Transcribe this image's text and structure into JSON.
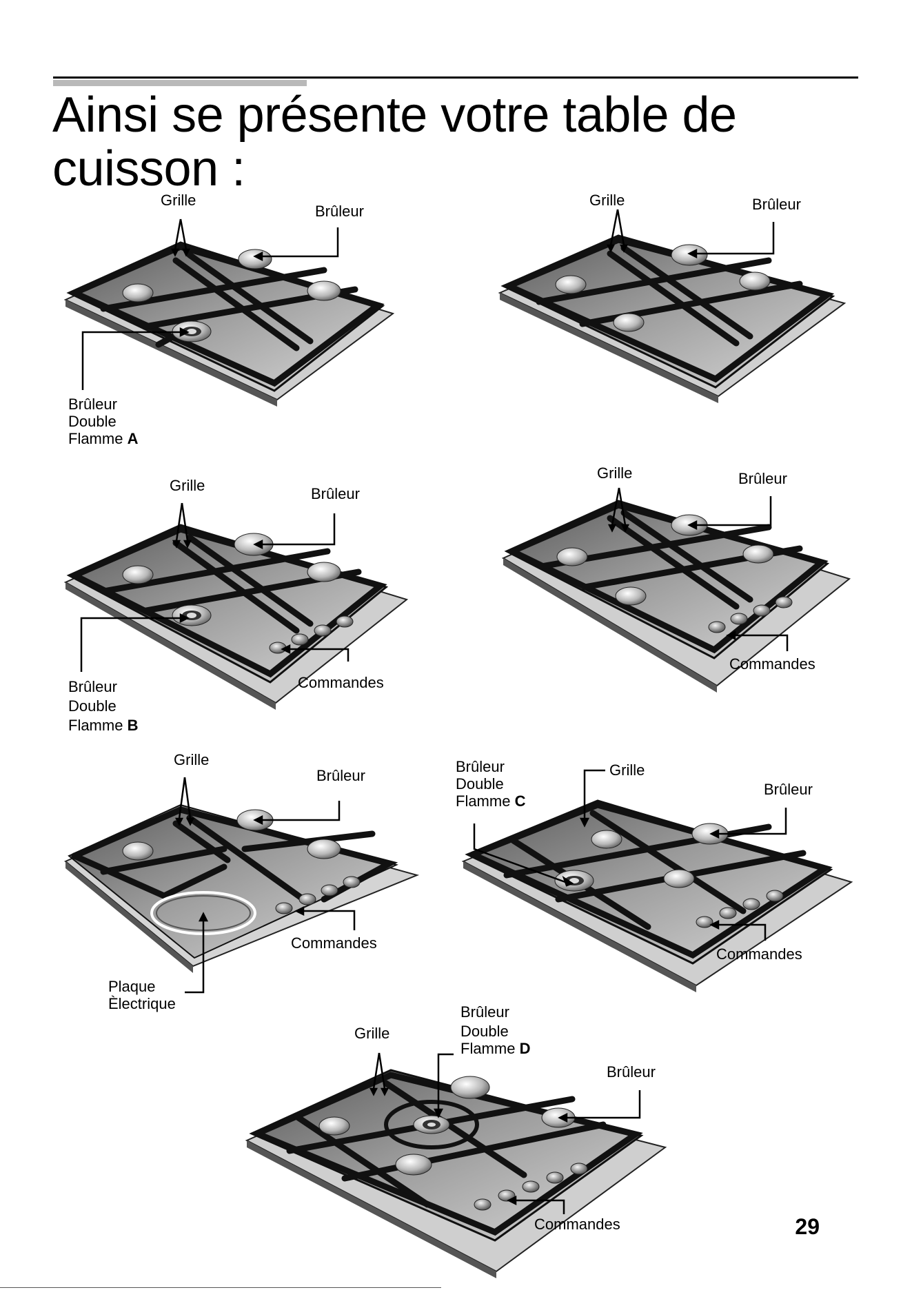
{
  "title": "Ainsi se présente votre table de cuisson :",
  "labels": {
    "grille": "Grille",
    "bruleur": "Brûleur",
    "commandes": "Commandes",
    "double": "Double",
    "flamme": "Flamme",
    "plaque": "Plaque",
    "electrique": "Èlectrique"
  },
  "variants": {
    "a": "A",
    "b": "B",
    "c": "C",
    "d": "D"
  },
  "page_number": "29"
}
